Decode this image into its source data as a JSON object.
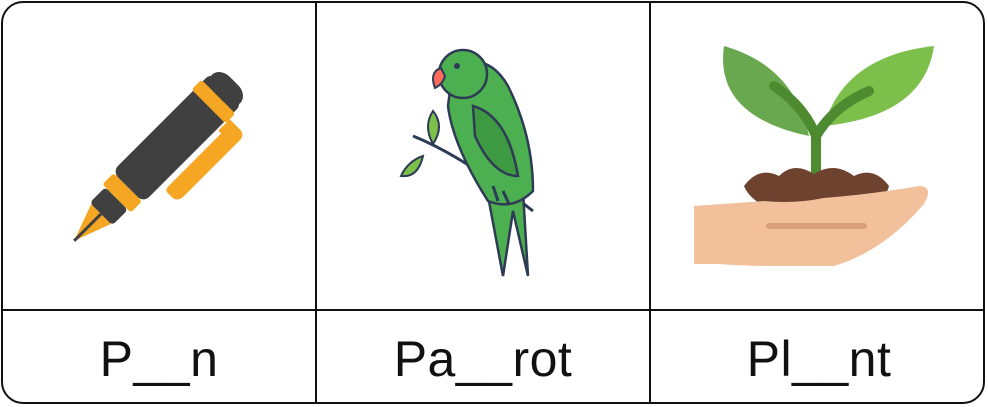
{
  "worksheet": {
    "items": [
      {
        "word": "P__n",
        "picture": "pen-icon"
      },
      {
        "word": "Pa__rot",
        "picture": "parrot-icon"
      },
      {
        "word": "Pl__nt",
        "picture": "plant-in-hand-icon"
      }
    ]
  },
  "colors": {
    "border": "#111111",
    "pen_body": "#404040",
    "pen_accent": "#f5a623",
    "parrot_green": "#4caf50",
    "parrot_dark": "#2e3b55",
    "leaf_green": "#7cc04b",
    "soil_brown": "#6d4330",
    "hand_skin": "#f2c09a"
  }
}
